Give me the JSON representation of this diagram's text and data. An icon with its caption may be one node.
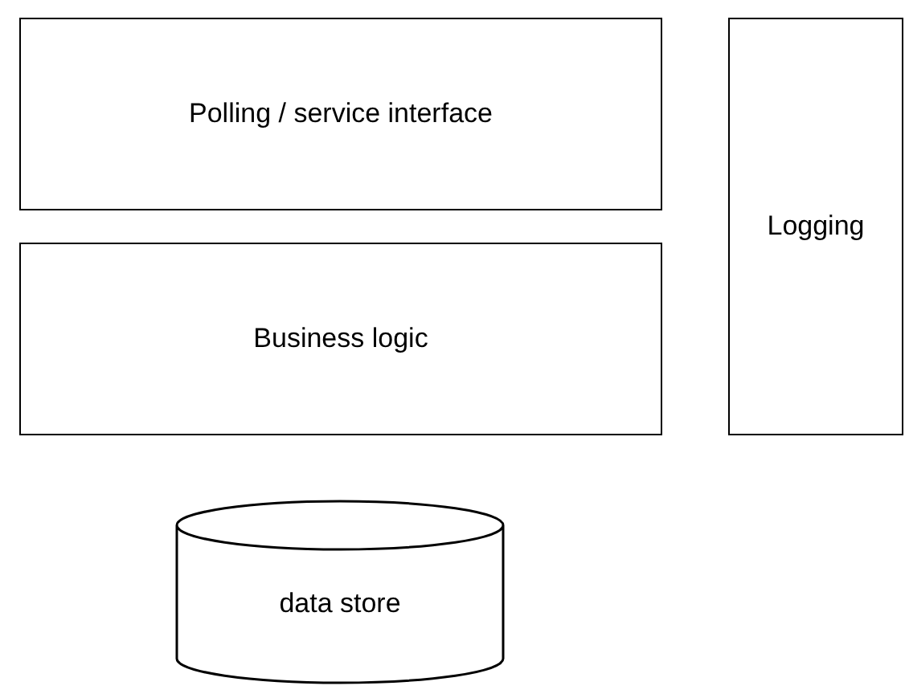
{
  "diagram": {
    "nodes": [
      {
        "text": [
          "Polling / service interface"
        ]
      },
      {
        "text": [
          "Business logic"
        ]
      },
      {
        "text": [
          "Logging"
        ]
      },
      {
        "text": [
          "data store"
        ]
      }
    ]
  }
}
